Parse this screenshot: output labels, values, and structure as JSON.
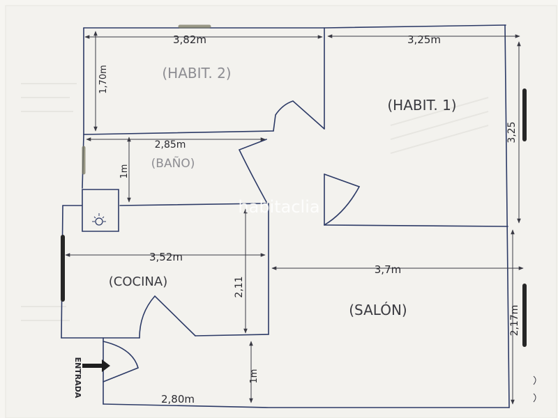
{
  "watermark": "habitaclia",
  "rooms": {
    "habit2": "(HABIT. 2)",
    "habit1": "(HABIT. 1)",
    "bano": "(BAÑO)",
    "cocina": "(COCINA)",
    "salon": "(SALÓN)"
  },
  "dimensions": {
    "top_left": "3,82m",
    "top_right": "3,25m",
    "habit2_height": "1,70m",
    "bano_width": "2,85m",
    "bano_height": "1m",
    "habit1_height": "3,25",
    "cocina_width": "3,52m",
    "cocina_height": "2,11",
    "salon_width": "3,7m",
    "salon_height": "2,17m",
    "entrance_width": "2,80m",
    "entrance_depth": "1m"
  },
  "entrance_label": "ENTRADA",
  "colors": {
    "paper": "#f6f5f1",
    "ink_walls": "#2c3a66",
    "ink_text": "#2a2a30"
  }
}
